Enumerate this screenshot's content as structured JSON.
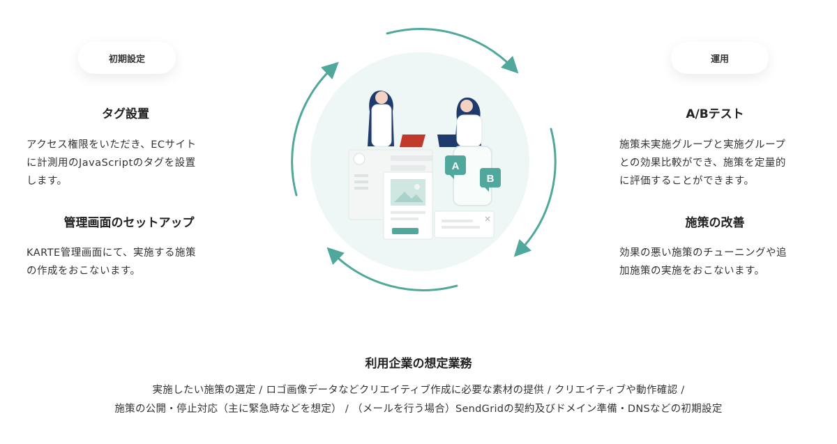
{
  "left": {
    "badge": "初期設定",
    "steps": [
      {
        "title": "タグ設置",
        "lines": [
          "アクセス権限をいただき、ECサイト",
          "に計測用のJavaScriptのタグを設置",
          "します。"
        ]
      },
      {
        "title": "管理画面のセットアップ",
        "lines": [
          "KARTE管理画面にて、実施する施策",
          "の作成をおこないます。"
        ]
      }
    ]
  },
  "right": {
    "badge": "運用",
    "steps": [
      {
        "title": "A/Bテスト",
        "lines": [
          "施策未実施グループと実施グループ",
          "との効果比較ができ、施策を定量的",
          "に評価することができます。"
        ]
      },
      {
        "title": "施策の改善",
        "lines": [
          "効果の悪い施策のチューニングや追",
          "加施策の実施をおこないます。"
        ]
      }
    ]
  },
  "illustration": {
    "label_a": "A",
    "label_b": "B"
  },
  "bottom": {
    "title": "利用企業の想定業務",
    "lines": [
      "実施したい施策の選定 / ロゴ画像データなどクリエイティブ作成に必要な素材の提供 / クリエイティブや動作確認 /",
      "施策の公開・停止対応（主に緊急時などを想定） / （メールを行う場合）SendGridの契約及びドメイン準備・DNSなどの初期設定"
    ]
  },
  "colors": {
    "accent": "#4fa89b",
    "circle_bg": "#eef7f5",
    "navy": "#1f3b6e",
    "red": "#c0392b"
  }
}
